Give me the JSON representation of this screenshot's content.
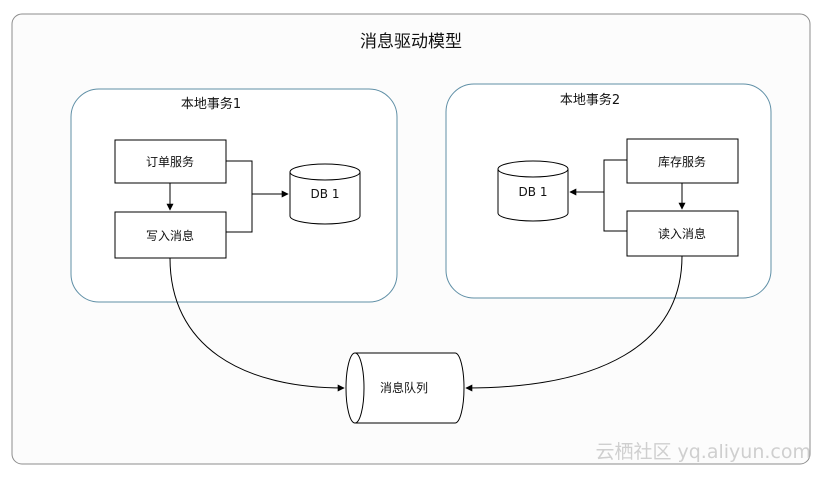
{
  "diagram": {
    "title": "消息驱动模型",
    "left_group": {
      "label": "本地事务1",
      "service": "订单服务",
      "write": "写入消息",
      "db": "DB 1"
    },
    "right_group": {
      "label": "本地事务2",
      "service": "库存服务",
      "read": "读入消息",
      "db": "DB 1"
    },
    "queue": "消息队列",
    "watermark": "云栖社区 yq.aliyun.com"
  }
}
